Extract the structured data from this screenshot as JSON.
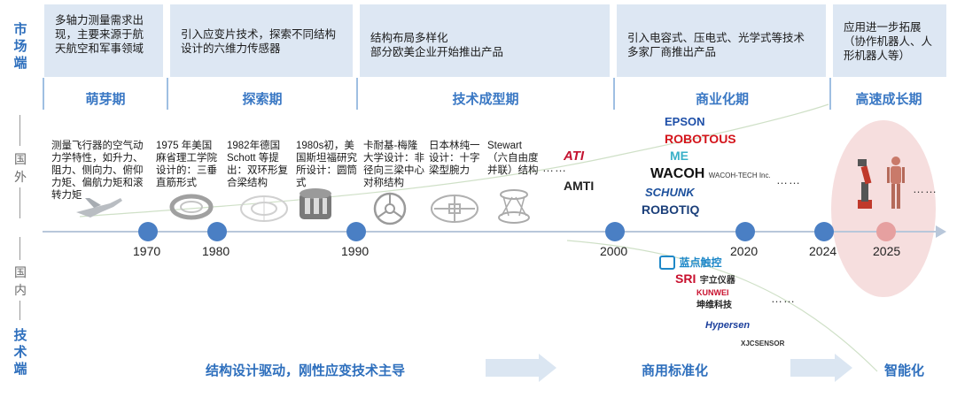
{
  "side": {
    "market": [
      "市",
      "场",
      "端"
    ],
    "foreign": [
      "国",
      "外"
    ],
    "domestic": [
      "国",
      "内"
    ],
    "tech": [
      "技",
      "术",
      "端"
    ]
  },
  "market_boxes": [
    "多轴力测量需求出现，主要来源于航天航空和军事领域",
    "引入应变片技术，探索不同结构设计的六维力传感器",
    "结构布局多样化\n部分欧美企业开始推出产品",
    "引入电容式、压电式、光学式等技术\n多家厂商推出产品",
    "应用进一步拓展（协作机器人、人形机器人等）"
  ],
  "stages": [
    "萌芽期",
    "探索期",
    "技术成型期",
    "商业化期",
    "高速成长期"
  ],
  "products": [
    "测量飞行器的空气动力学特性，如升力、阻力、侧向力、俯仰力矩、偏航力矩和滚转力矩",
    "1975 年美国麻省理工学院设计的：三垂直筋形式",
    "1982年德国Schott 等提出：双环形复合梁结构",
    "1980s初，美国斯坦福研究所设计：圆筒式",
    "卡耐基-梅隆大学设计：非径向三梁中心对称结构",
    "日本林纯一设计：十字梁型腕力",
    "Stewart （六自由度并联）结构"
  ],
  "years": [
    "1970",
    "1980",
    "1990",
    "2000",
    "2020",
    "2024",
    "2025"
  ],
  "ellipsis": "……",
  "foreign_logos": [
    "ATI",
    "AMTI",
    "EPSON",
    "ROBOTOUS",
    "ME",
    "WACOH",
    "WACOH-TECH Inc.",
    "SCHUNK",
    "ROBOTIQ"
  ],
  "domestic_logos": [
    "蓝点触控",
    "SRI",
    "宇立仪器",
    "KUNWEI",
    "坤维科技",
    "Hypersen",
    "XJCSENSOR"
  ],
  "bottom": {
    "left": "结构设计驱动，刚性应变技术主导",
    "mid": "商用标准化",
    "right": "智能化"
  },
  "colors": {
    "accent": "#2e6fbd",
    "box": "#dde7f3",
    "dot": "#4a7fc4",
    "highlight": "#f6dede"
  }
}
